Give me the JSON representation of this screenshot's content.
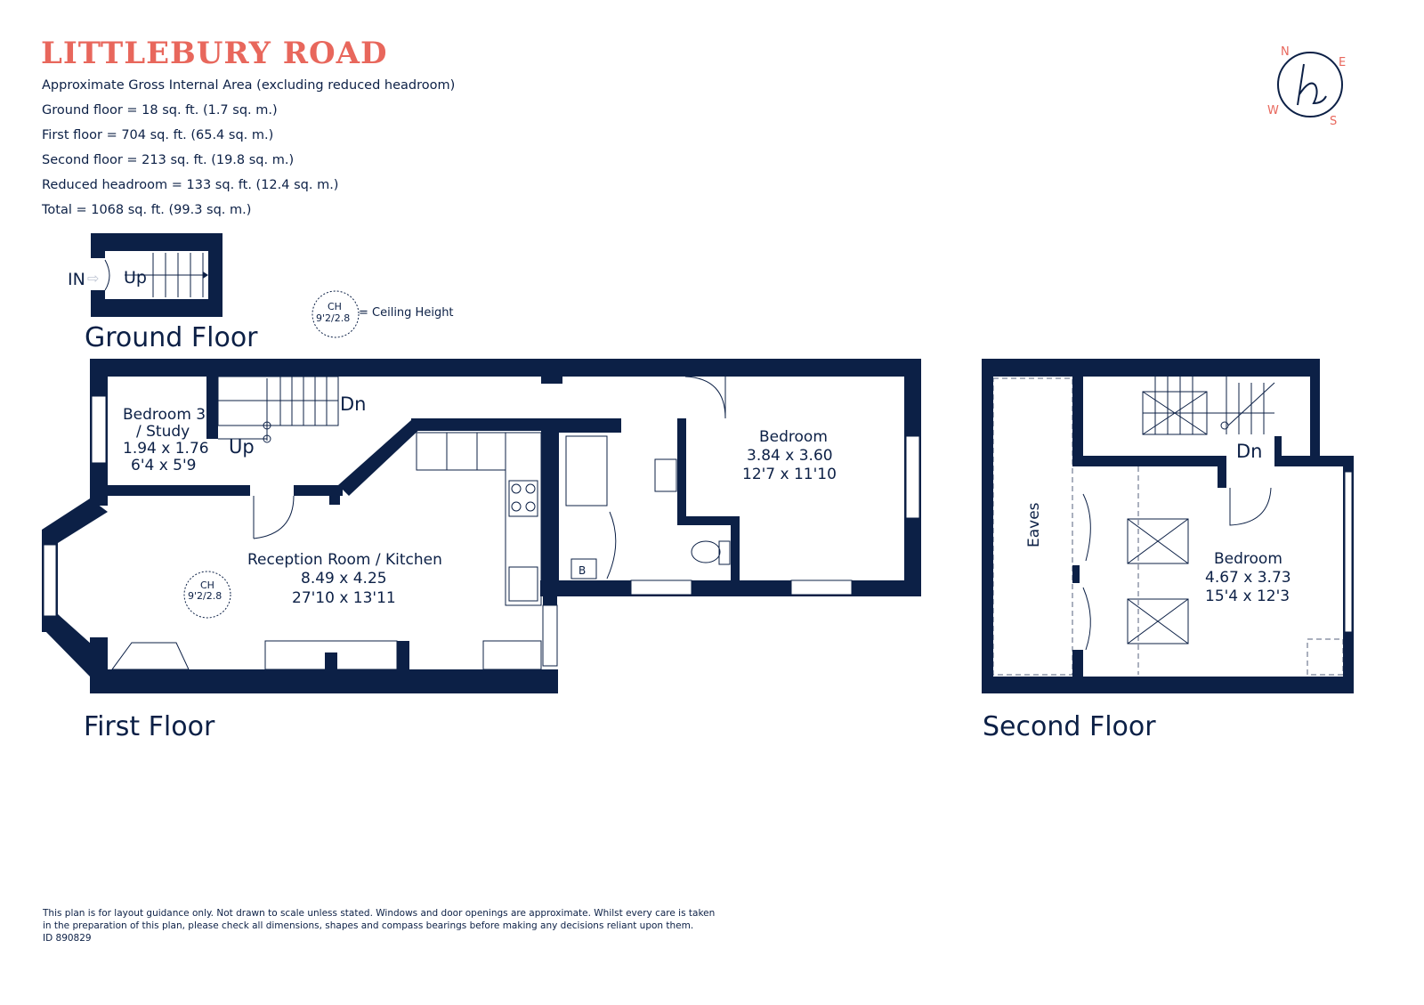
{
  "header": {
    "title": "LITTLEBURY ROAD",
    "area_intro": "Approximate Gross Internal Area (excluding reduced headroom)",
    "area_lines": [
      "Ground floor = 18 sq. ft. (1.7 sq. m.)",
      "First floor  = 704 sq. ft. (65.4 sq. m.)",
      "Second floor  = 213 sq. ft. (19.8 sq. m.)",
      "Reduced headroom = 133 sq. ft. (12.4 sq. m.)",
      "Total =  1068 sq. ft. (99.3 sq. m.)"
    ]
  },
  "compass": {
    "n": "N",
    "e": "E",
    "s": "S",
    "w": "W",
    "logo": "h",
    "color": "#e8675c"
  },
  "legend": {
    "ch_label": "CH",
    "ch_value": "9'2/2.8",
    "ch_text": "= Ceiling Height"
  },
  "ground_floor": {
    "label": "Ground Floor",
    "in_label": "IN",
    "up_label": "Up"
  },
  "first_floor": {
    "label": "First Floor",
    "dn_label": "Dn",
    "up_label": "Up",
    "boiler_label": "B",
    "ch_label": "CH",
    "ch_value": "9'2/2.8",
    "rooms": [
      {
        "name": "Bedroom 3",
        "name2": "/ Study",
        "metric": "1.94 x 1.76",
        "imperial": "6'4 x 5'9"
      },
      {
        "name": "Reception Room / Kitchen",
        "metric": "8.49 x 4.25",
        "imperial": "27'10 x 13'11"
      },
      {
        "name": "Bedroom",
        "metric": "3.84 x 3.60",
        "imperial": "12'7 x 11'10"
      }
    ]
  },
  "second_floor": {
    "label": "Second Floor",
    "dn_label": "Dn",
    "eaves_label": "Eaves",
    "room": {
      "name": "Bedroom",
      "metric": "4.67 x 3.73",
      "imperial": "15'4 x 12'3"
    }
  },
  "footer": {
    "disclaimer_1": "This plan is for layout guidance only. Not drawn to scale unless stated. Windows and door openings are approximate. Whilst every care is taken",
    "disclaimer_2": "in the preparation of this plan, please check all dimensions, shapes and compass bearings before making any decisions reliant upon them.",
    "id": "ID 890829"
  },
  "colors": {
    "wall": "#0c2046",
    "accent": "#e8675c",
    "background": "#ffffff"
  }
}
